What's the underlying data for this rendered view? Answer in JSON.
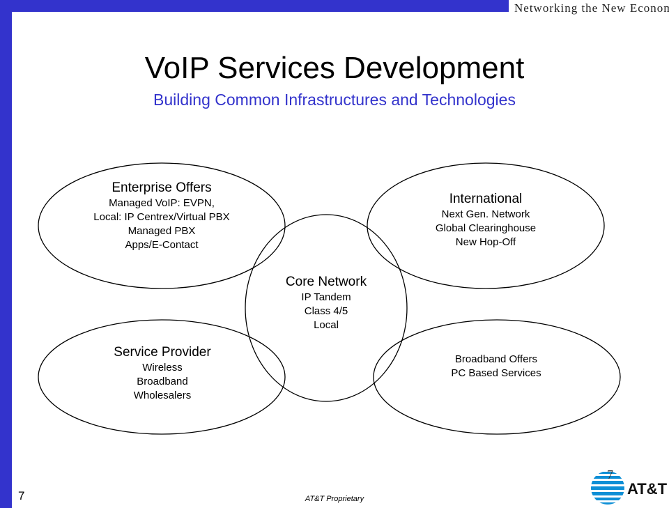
{
  "header": {
    "banner": "Networking the New Economy"
  },
  "slide": {
    "title": "VoIP Services Development",
    "subtitle": "Building Common Infrastructures and Technologies",
    "page_number": "7",
    "footer": "AT&T Proprietary",
    "logo_number": "7",
    "logo_text": "AT&T"
  },
  "colors": {
    "accent": "#3333cc",
    "logo_blue": "#0e8fd6"
  },
  "diagram": {
    "nodes": [
      {
        "id": "enterprise",
        "title": "Enterprise Offers",
        "lines": [
          "Managed VoIP: EVPN,",
          "Local: IP Centrex/Virtual PBX",
          "Managed PBX",
          "Apps/E-Contact"
        ]
      },
      {
        "id": "international",
        "title": "International",
        "lines": [
          "Next Gen. Network",
          "Global Clearinghouse",
          "New Hop-Off"
        ]
      },
      {
        "id": "core",
        "title": "Core Network",
        "lines": [
          "IP Tandem",
          "Class 4/5",
          "Local"
        ]
      },
      {
        "id": "service-provider",
        "title": "Service Provider",
        "lines": [
          "Wireless",
          "Broadband",
          "Wholesalers"
        ]
      },
      {
        "id": "broadband",
        "title": "",
        "lines": [
          "Broadband Offers",
          "PC Based Services"
        ]
      }
    ]
  }
}
